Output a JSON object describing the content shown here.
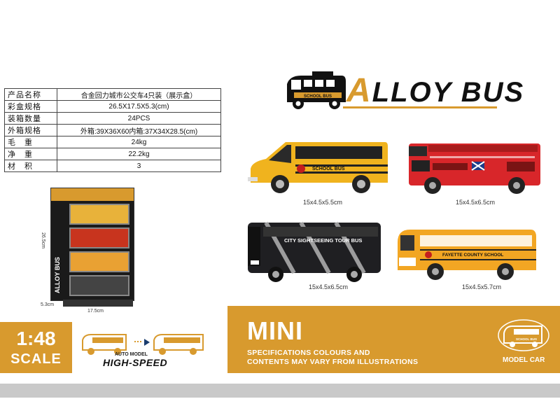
{
  "spec_table": [
    {
      "label": "产品名称",
      "value": "合金回力城市公交车4只装（展示盒）"
    },
    {
      "label": "彩盒规格",
      "value": "26.5X17.5X5.3(cm)"
    },
    {
      "label": "装箱数量",
      "value": "24PCS"
    },
    {
      "label": "外箱规格",
      "value": "外箱:39X36X60内箱:37X34X28.5(cm)"
    },
    {
      "label": "毛　重",
      "value": "24kg"
    },
    {
      "label": "净　重",
      "value": "22.2kg"
    },
    {
      "label": "材　积",
      "value": "3"
    }
  ],
  "brand": {
    "first": "A",
    "rest": "LLOY BUS",
    "logo_bus_text": "SCHOOL BUS"
  },
  "buses": [
    {
      "name": "SCHOOL BUS",
      "size": "15x4.5x5.5cm",
      "color": "#f0b31e"
    },
    {
      "name": "",
      "size": "15x4.5x6.5cm",
      "color": "#d8262a"
    },
    {
      "name": "CITY SIGHTSEEING TOUR BUS",
      "size": "15x4.5x6.5cm",
      "color": "#1f1f22"
    },
    {
      "name": "FAYETTE COUNTY SCHOOL",
      "size": "15x4.5x5.7cm",
      "color": "#f2a623"
    }
  ],
  "box": {
    "height_label": "26.5cm",
    "width_label": "17.5cm",
    "depth_label": "5.3cm",
    "brand": "ALLOY BUS"
  },
  "scale": {
    "ratio": "1:48",
    "label": "SCALE"
  },
  "speed": {
    "small": "AUTO MODEL",
    "big": "HIGH-SPEED"
  },
  "mini": {
    "title": "MINI",
    "line1": "SPECIFICATIONS COLOURS AND",
    "line2": "CONTENTS MAY VARY FROM ILLUSTRATIONS"
  },
  "model_car": {
    "label": "MODEL CAR",
    "bus_text": "SCHOOL BUS"
  },
  "colors": {
    "accent": "#d89a2e",
    "footer": "#c9c9c9"
  }
}
